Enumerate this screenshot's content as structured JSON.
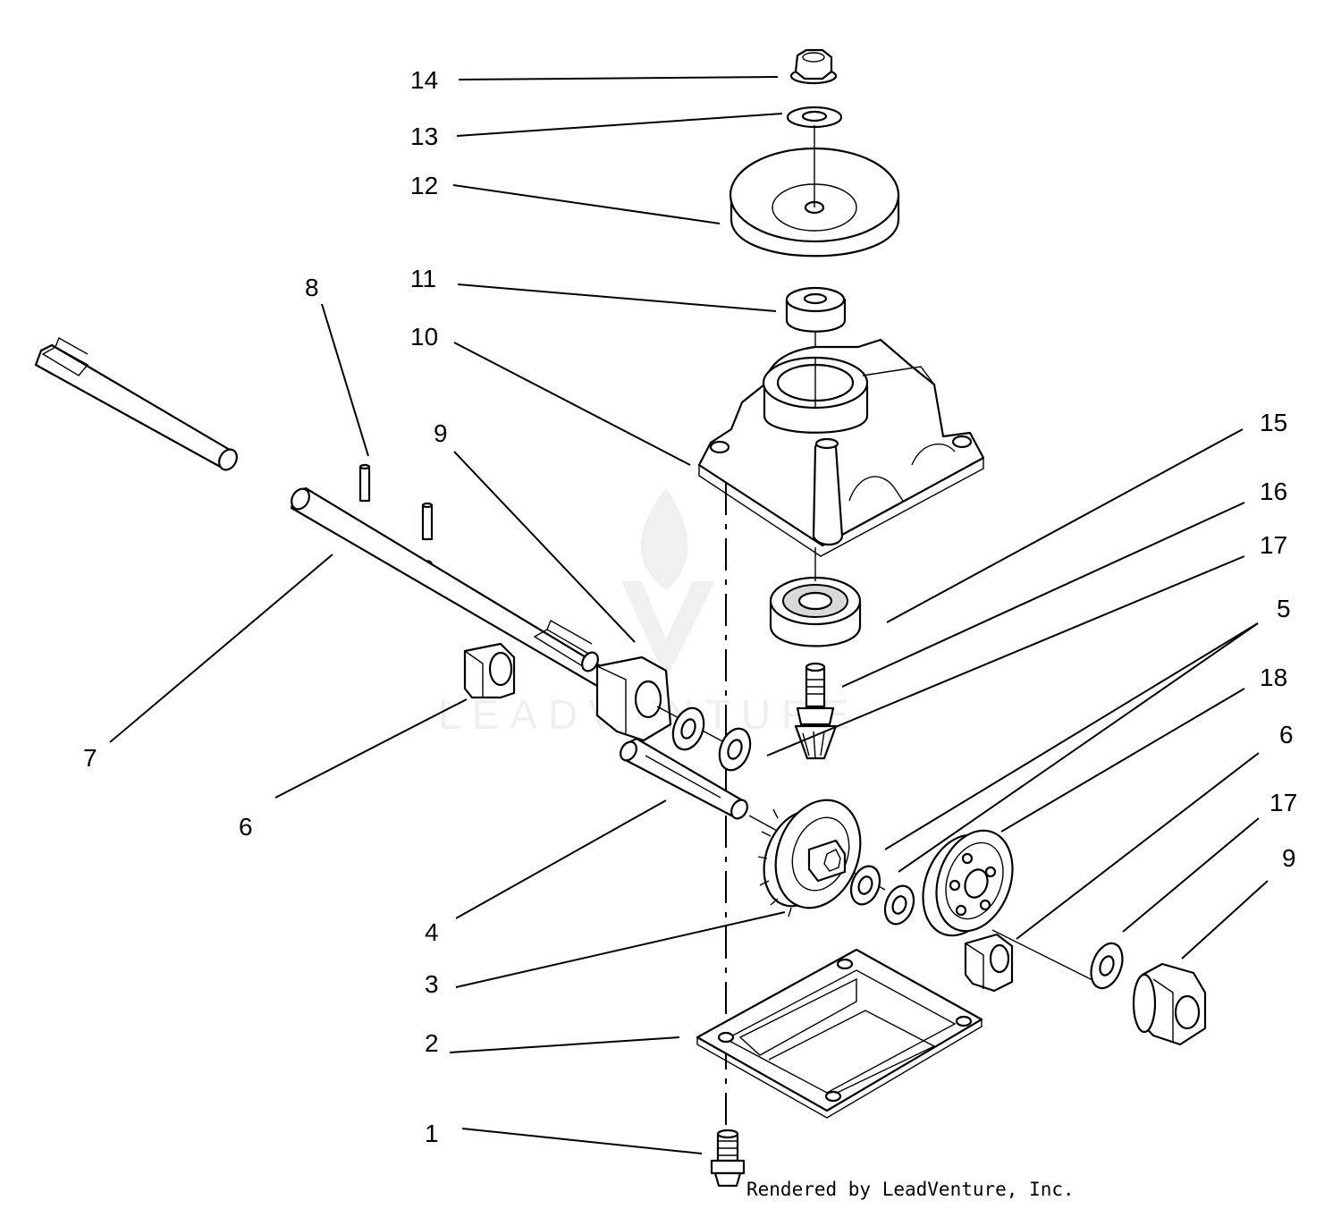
{
  "diagram": {
    "callouts": [
      "14",
      "13",
      "12",
      "11",
      "10",
      "8",
      "9",
      "15",
      "16",
      "17",
      "5",
      "18",
      "6",
      "7",
      "6",
      "17",
      "9",
      "4",
      "3",
      "2",
      "1"
    ],
    "watermark": "LEADVENTURE",
    "credit": "Rendered by LeadVenture, Inc."
  }
}
